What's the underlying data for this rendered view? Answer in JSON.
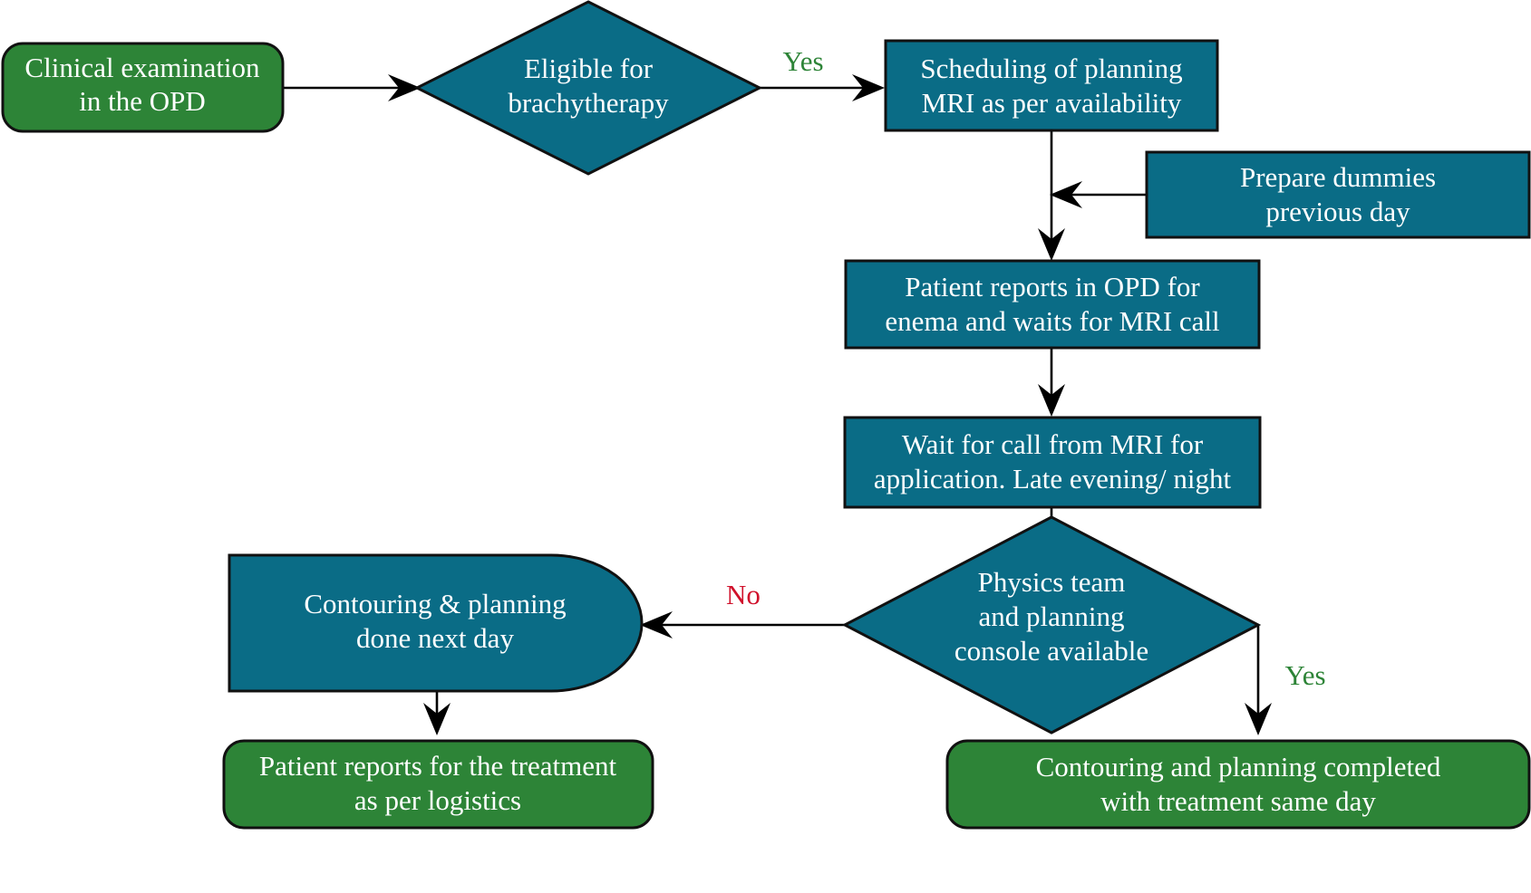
{
  "diagram": {
    "title": "Brachytherapy planning workflow flowchart",
    "background": "#ffffff",
    "palette": {
      "teal": "#0a6c86",
      "green": "#2d8437",
      "outline": "#111111",
      "text_on_fill": "#ffffff",
      "yes_label": "#2d8437",
      "no_label": "#d0112b",
      "edge": "#000000"
    }
  },
  "nodes": [
    {
      "id": "clinical-examination",
      "shape": "rounded-rect",
      "fill": "green",
      "lines": [
        "Clinical examination",
        "in the OPD"
      ],
      "line1": "Clinical examination",
      "line2": "in the OPD",
      "line3": ""
    },
    {
      "id": "eligible-for-brachytherapy",
      "shape": "diamond",
      "fill": "teal",
      "lines": [
        "Eligible for",
        "brachytherapy"
      ],
      "line1": "Eligible for",
      "line2": "brachytherapy",
      "line3": ""
    },
    {
      "id": "scheduling-of-planning-mri",
      "shape": "rect",
      "fill": "teal",
      "lines": [
        "Scheduling of planning",
        "MRI as per availability"
      ],
      "line1": "Scheduling of planning",
      "line2": "MRI as per availability",
      "line3": ""
    },
    {
      "id": "prepare-dummies",
      "shape": "rect",
      "fill": "teal",
      "lines": [
        "Prepare dummies",
        "previous day"
      ],
      "line1": "Prepare dummies",
      "line2": "previous day",
      "line3": ""
    },
    {
      "id": "patient-reports-in-opd",
      "shape": "rect",
      "fill": "teal",
      "lines": [
        "Patient reports in OPD for",
        "enema and waits for MRI call"
      ],
      "line1": "Patient reports in OPD for",
      "line2": "enema and waits for MRI call",
      "line3": ""
    },
    {
      "id": "wait-for-call-from-mri",
      "shape": "rect",
      "fill": "teal",
      "lines": [
        "Wait for call from MRI for",
        "application. Late evening/ night"
      ],
      "line1": "Wait for call from MRI for",
      "line2": "application. Late evening/ night",
      "line3": ""
    },
    {
      "id": "physics-team-and-planning-console",
      "shape": "diamond",
      "fill": "teal",
      "lines": [
        "Physics team",
        "and planning",
        "console available"
      ],
      "line1": "Physics team",
      "line2": "and planning",
      "line3": "console available"
    },
    {
      "id": "contouring-planning-next-day",
      "shape": "delay",
      "fill": "teal",
      "lines": [
        "Contouring & planning",
        "done next day"
      ],
      "line1": "Contouring & planning",
      "line2": "done next day",
      "line3": ""
    },
    {
      "id": "patient-reports-for-treatment",
      "shape": "rounded-rect",
      "fill": "green",
      "lines": [
        "Patient reports for the treatment",
        "as per logistics"
      ],
      "line1": "Patient reports for the treatment",
      "line2": "as per logistics",
      "line3": ""
    },
    {
      "id": "contouring-planning-same-day",
      "shape": "rounded-rect",
      "fill": "green",
      "lines": [
        "Contouring and planning completed",
        "with treatment same day"
      ],
      "line1": "Contouring and planning completed",
      "line2": "with treatment same day",
      "line3": ""
    }
  ],
  "edges": [
    {
      "id": "e1",
      "from": "clinical-examination",
      "to": "eligible-for-brachytherapy",
      "label": ""
    },
    {
      "id": "e2",
      "from": "eligible-for-brachytherapy",
      "to": "scheduling-of-planning-mri",
      "label": "Yes",
      "label_kind": "yes"
    },
    {
      "id": "e3",
      "from": "scheduling-of-planning-mri",
      "to": "patient-reports-in-opd",
      "label": ""
    },
    {
      "id": "e4",
      "from": "prepare-dummies",
      "to": "scheduling-to-patient-link",
      "label": ""
    },
    {
      "id": "e5",
      "from": "patient-reports-in-opd",
      "to": "wait-for-call-from-mri",
      "label": ""
    },
    {
      "id": "e6",
      "from": "wait-for-call-from-mri",
      "to": "physics-team-and-planning-console",
      "label": ""
    },
    {
      "id": "e7",
      "from": "physics-team-and-planning-console",
      "to": "contouring-planning-next-day",
      "label": "No",
      "label_kind": "no"
    },
    {
      "id": "e8",
      "from": "physics-team-and-planning-console",
      "to": "contouring-planning-same-day",
      "label": "Yes",
      "label_kind": "yes"
    },
    {
      "id": "e9",
      "from": "contouring-planning-next-day",
      "to": "patient-reports-for-treatment",
      "label": ""
    }
  ],
  "labels": {
    "yes_top": "Yes",
    "no_mid": "No",
    "yes_bottom": "Yes"
  }
}
